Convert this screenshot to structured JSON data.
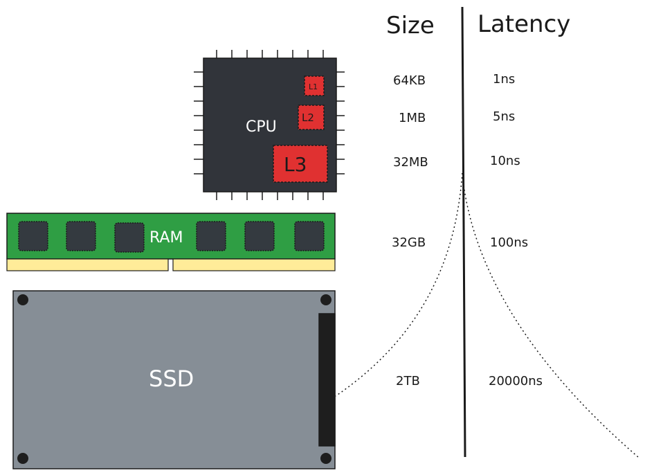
{
  "headers": {
    "size": "Size",
    "latency": "Latency"
  },
  "components": {
    "cpu": {
      "label": "CPU",
      "cache_labels": [
        "L1",
        "L2",
        "L3"
      ]
    },
    "ram": {
      "label": "RAM"
    },
    "ssd": {
      "label": "SSD"
    }
  },
  "rows": [
    {
      "size": "64KB",
      "latency": "1ns"
    },
    {
      "size": "1MB",
      "latency": "5ns"
    },
    {
      "size": "32MB",
      "latency": "10ns"
    },
    {
      "size": "32GB",
      "latency": "100ns"
    },
    {
      "size": "2TB",
      "latency": "20000ns"
    }
  ],
  "colors": {
    "cpu_body": "#31343a",
    "cache": "#e03131",
    "ram_board": "#2f9e44",
    "ram_contacts": "#ffec99",
    "chip": "#343a40",
    "ssd_body": "#868e96",
    "ssd_connector": "#1e1e1e"
  }
}
